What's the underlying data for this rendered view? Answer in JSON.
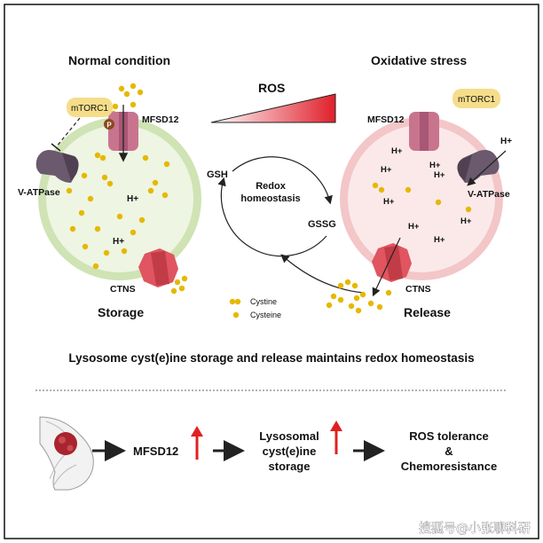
{
  "left_panel": {
    "title": "Normal condition",
    "mtorc1": "mTORC1",
    "phospho": "P",
    "mfsd12": "MFSD12",
    "vatpase": "V-ATPase",
    "h_labels": [
      "H+",
      "H+"
    ],
    "ctns": "CTNS",
    "caption": "Storage"
  },
  "right_panel": {
    "title": "Oxidative stress",
    "mtorc1": "mTORC1",
    "mfsd12": "MFSD12",
    "vatpase": "V-ATPase",
    "h_labels": [
      "H+",
      "H+",
      "H+",
      "H+",
      "H+",
      "H+",
      "H+",
      "H+"
    ],
    "h_outside": "H+",
    "ctns": "CTNS",
    "caption": "Release"
  },
  "center": {
    "ros_label": "ROS",
    "gsh": "GSH",
    "gssg": "GSSG",
    "redox_line1": "Redox",
    "redox_line2": "homeostasis"
  },
  "legend": {
    "cystine": "Cystine",
    "cysteine": "Cysteine"
  },
  "summary": "Lysosome cyst(e)ine storage and release maintains redox homeostasis",
  "flow": {
    "mfsd12": "MFSD12",
    "storage_line1": "Lysosomal",
    "storage_line2": "cyst(e)ine",
    "storage_line3": "storage",
    "outcome_line1": "ROS tolerance",
    "outcome_line2": "&",
    "outcome_line3": "Chemoresistance"
  },
  "watermark": "搜狐号@小张聊科研",
  "colors": {
    "storage_membrane": "#cfe3b4",
    "storage_lumen": "#eef5e3",
    "release_membrane": "#f3c6c8",
    "release_lumen": "#fbe9ea",
    "mfsd12": "#c9748f",
    "ctns": "#e0555f",
    "vatpase": "#6b5a6e",
    "mtorc1": "#f5dd8a",
    "cystine_dot": "#e6b800",
    "up_arrow": "#e02020",
    "ros_gradient_end": "#e0202c"
  }
}
